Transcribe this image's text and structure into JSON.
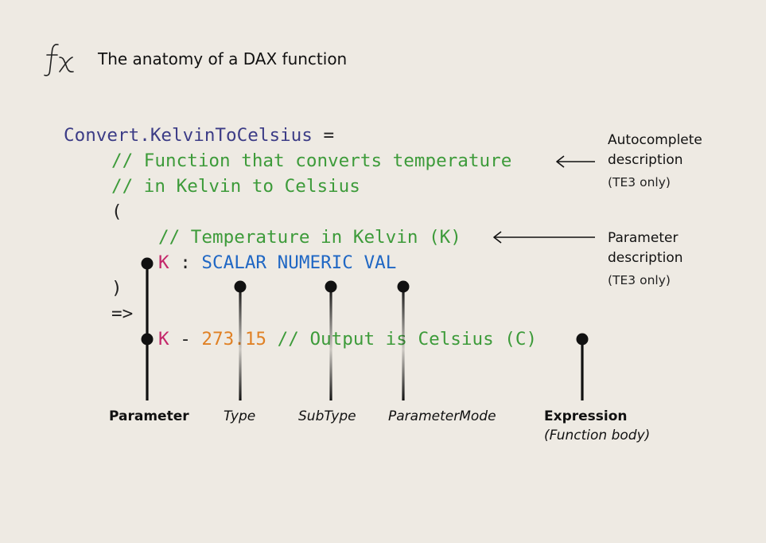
{
  "title": "The anatomy of a DAX function",
  "icon": "function-fx-icon",
  "code": {
    "function_name": "Convert.KelvinToCelsius",
    "assign": " =",
    "comment_1": "// Function that converts temperature",
    "comment_2": "// in Kelvin to Celsius",
    "open_paren": "(",
    "param_comment": "// Temperature in Kelvin (K)",
    "param_name": "K",
    "param_colon": " : ",
    "param_type": "SCALAR",
    "param_subtype": "NUMERIC",
    "param_mode": "VAL",
    "close_paren": ")",
    "arrow": "=>",
    "expr_param": "K",
    "expr_minus": " - ",
    "expr_number": "273.15",
    "expr_comment": " // Output is Celsius (C)"
  },
  "annotations": {
    "autocomplete": {
      "line1": "Autocomplete",
      "line2": "description",
      "note": "(TE3 only)"
    },
    "parameter": {
      "line1": "Parameter",
      "line2": "description",
      "note": "(TE3 only)"
    }
  },
  "labels": {
    "parameter": "Parameter",
    "type": "Type",
    "subtype": "SubType",
    "parameter_mode": "ParameterMode",
    "expression": "Expression",
    "expression_sub": "(Function body)"
  },
  "colors": {
    "background": "#eeeae3",
    "function_name": "#3c3c86",
    "comment": "#3d9b3a",
    "parameter": "#c4276a",
    "type": "#1f67c4",
    "number": "#e08125",
    "text": "#111111"
  }
}
